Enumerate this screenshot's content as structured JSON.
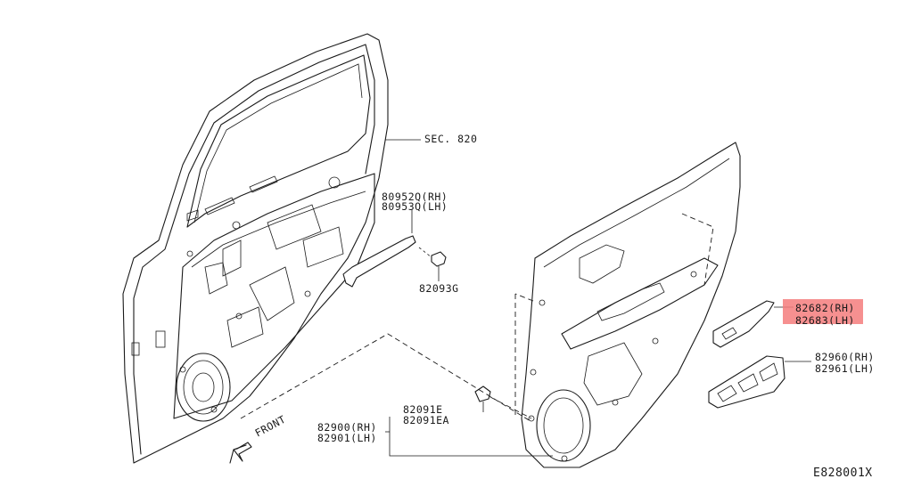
{
  "labels": {
    "sec_820": "SEC. 820",
    "bracket_rh": "80952Q(RH)",
    "bracket_lh": "80953Q(LH)",
    "screw": "82093G",
    "trim_rh": "82900(RH)",
    "trim_lh": "82901(LH)",
    "clip_1": "82091E",
    "clip_2": "82091EA",
    "cover_rh": "82682(RH)",
    "cover_lh": "82683(LH)",
    "switch_rh": "82960(RH)",
    "switch_lh": "82961(LH)",
    "front": "FRONT",
    "diagram_id": "E828001X"
  },
  "highlight_color": "#f47c7c"
}
